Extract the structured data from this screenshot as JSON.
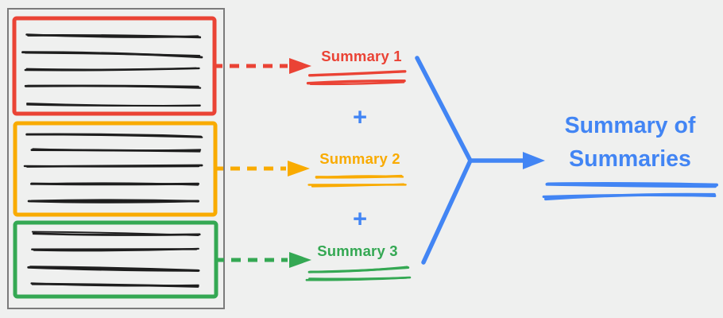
{
  "title": {
    "line1": "Summary of",
    "line2": "Summaries",
    "color": "#4285F4"
  },
  "plus": "+",
  "sections": [
    {
      "label": "Summary 1",
      "color": "#EA4335",
      "document_lines": 5
    },
    {
      "label": "Summary 2",
      "color": "#F9AB00",
      "document_lines": 5
    },
    {
      "label": "Summary 3",
      "color": "#34A853",
      "document_lines": 4
    }
  ],
  "colors": {
    "background": "#eff0ef",
    "document_border": "#7b7b7b",
    "handwriting": "#1e1e1e",
    "merge_arrow": "#4285F4"
  }
}
